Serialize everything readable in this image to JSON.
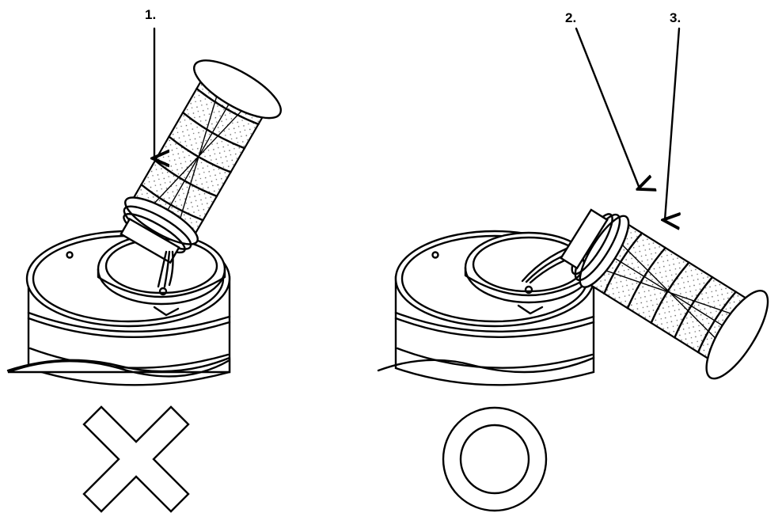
{
  "figure": {
    "callouts": [
      {
        "id": "1",
        "text": "1."
      },
      {
        "id": "2",
        "text": "2."
      },
      {
        "id": "3",
        "text": "3."
      }
    ],
    "panels": [
      {
        "id": "incorrect",
        "symbol": "cross-mark-icon",
        "meaning": "incorrect"
      },
      {
        "id": "correct",
        "symbol": "circle-mark-icon",
        "meaning": "correct"
      }
    ],
    "colors": {
      "ink": "#000000",
      "paper": "#ffffff"
    }
  }
}
